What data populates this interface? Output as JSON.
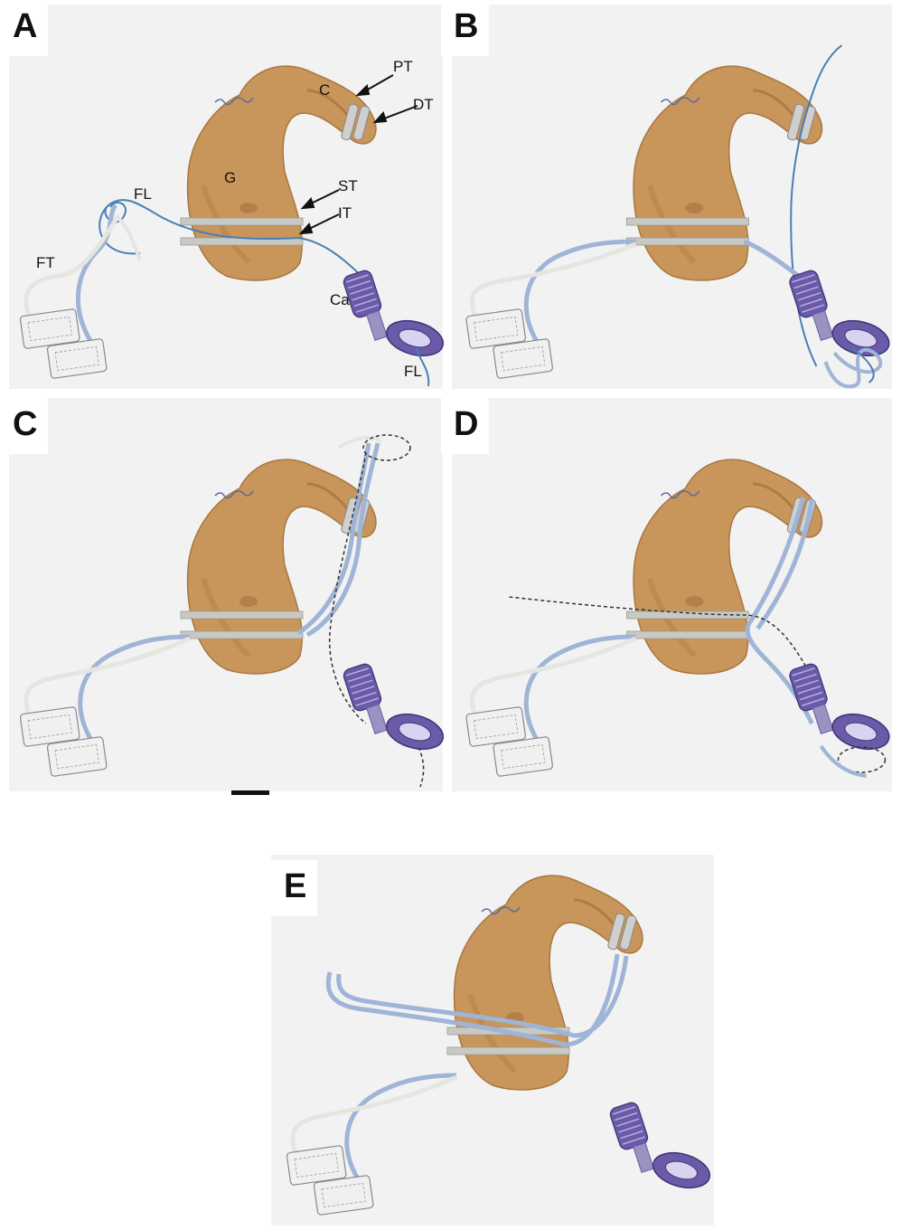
{
  "panels": [
    {
      "letter": "A"
    },
    {
      "letter": "B"
    },
    {
      "letter": "C"
    },
    {
      "letter": "D"
    },
    {
      "letter": "E"
    }
  ],
  "labels": {
    "PT": "PT",
    "DT": "DT",
    "C": "C",
    "G": "G",
    "ST": "ST",
    "IT": "IT",
    "FL_top": "FL",
    "FT": "FT",
    "Ca": "Ca",
    "FL_bottom": "FL"
  },
  "colors": {
    "bone": "#c8955a",
    "bone_shadow": "#9c6b35",
    "wire": "#4a7fb5",
    "tape_white": "#e6e6e0",
    "tape_blue": "#9fb4d6",
    "device_purple": "#6a5aa8",
    "device_light": "#8c80c4"
  }
}
